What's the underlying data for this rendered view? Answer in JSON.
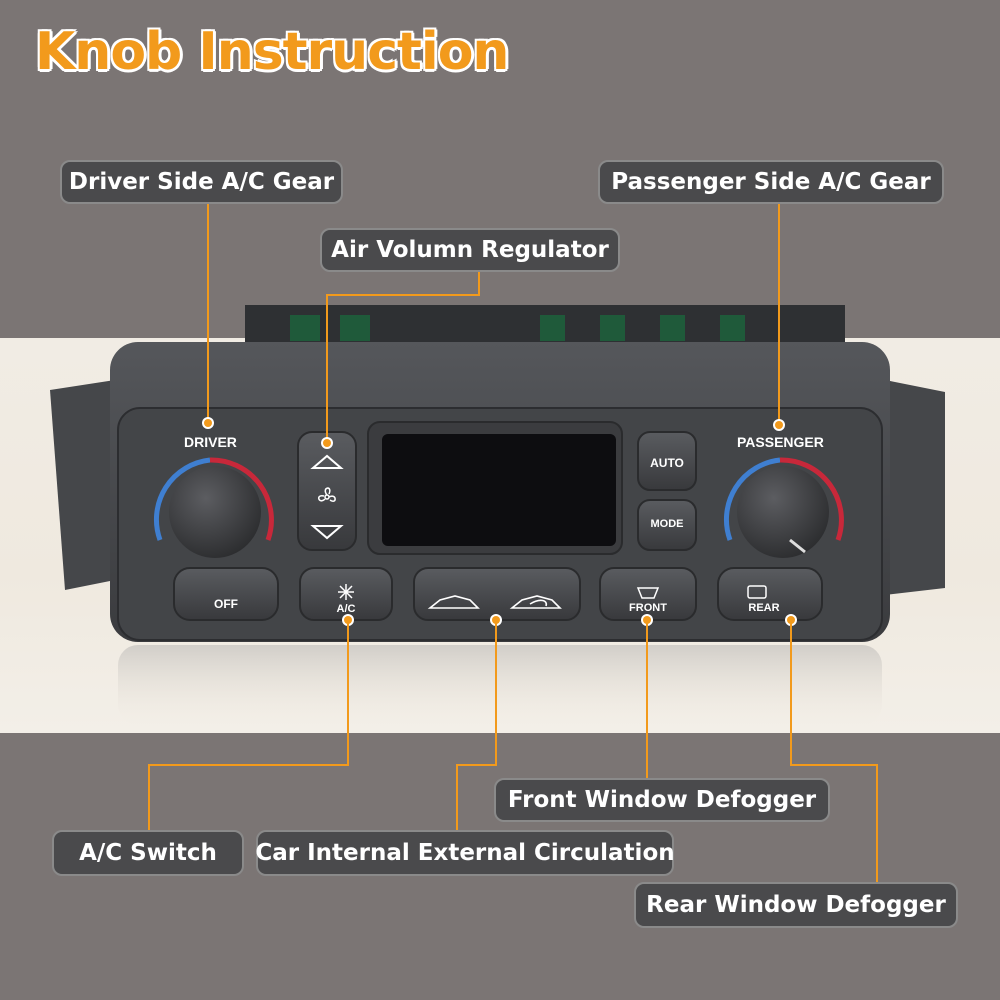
{
  "title": "Knob Instruction",
  "labels": {
    "driver_gear": "Driver Side A/C Gear",
    "passenger_gear": "Passenger Side A/C Gear",
    "air_volume": "Air Volumn Regulator",
    "front_defogger": "Front Window Defogger",
    "ac_switch": "A/C Switch",
    "circulation": "Car Internal External Circulation",
    "rear_defogger": "Rear Window Defogger"
  },
  "panel": {
    "driver": "DRIVER",
    "passenger": "PASSENGER",
    "auto": "AUTO",
    "mode": "MODE",
    "off": "OFF",
    "ac": "A/C",
    "front": "FRONT",
    "rear": "REAR"
  },
  "colors": {
    "accent": "#f29a1c",
    "background": "#7b7574",
    "band": "#f1ece4",
    "pill": "#4a4a4c",
    "unit": "#3f4043",
    "cold": "#3f7fd1",
    "hot": "#c8283a"
  }
}
